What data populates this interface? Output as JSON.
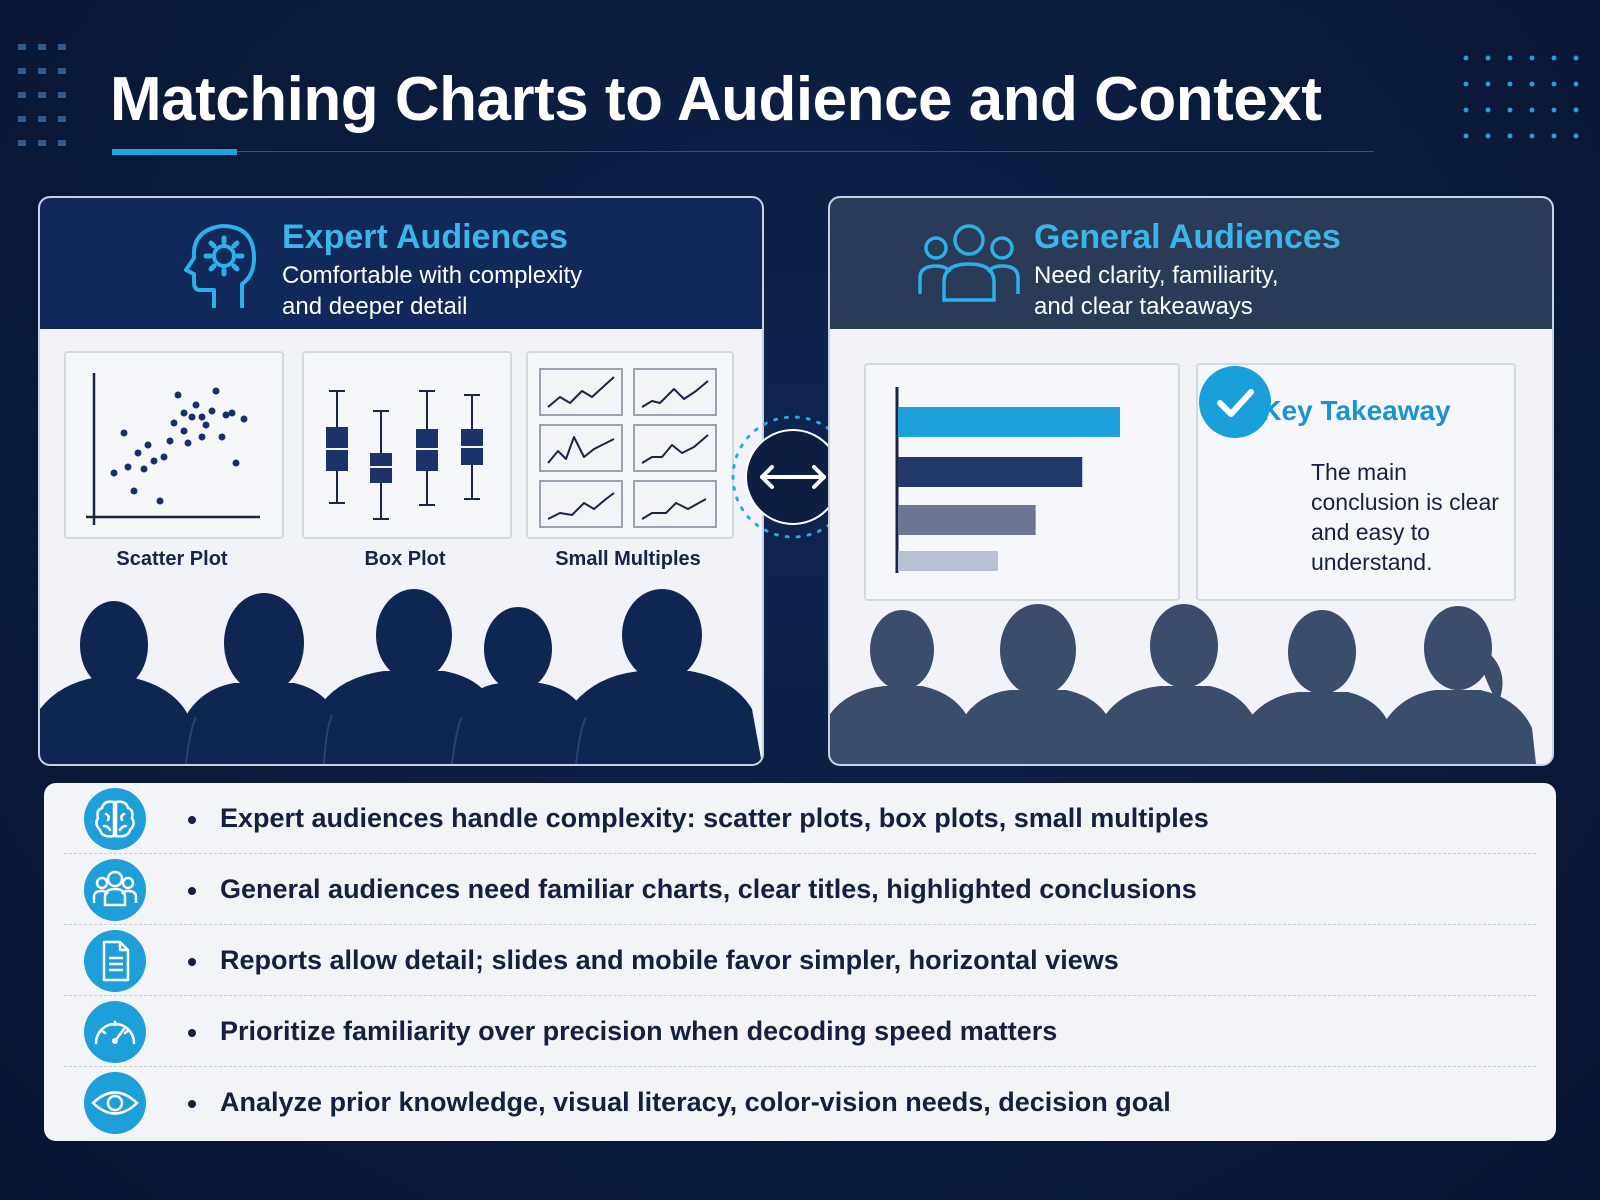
{
  "title": "Matching Charts to Audience and Context",
  "colors": {
    "background": "#0a1b3c",
    "accent": "#1ca6de",
    "expert_header": "#10285a",
    "general_header": "#2a3b57",
    "bar_1": "#1da0d9",
    "bar_2": "#24396b",
    "bar_3": "#6c7692",
    "bar_4": "#b8bfd0"
  },
  "expert": {
    "icon": "head-gear-icon",
    "title": "Expert Audiences",
    "subtitle_line1": "Comfortable with complexity",
    "subtitle_line2": "and deeper detail",
    "charts": [
      {
        "label": "Scatter Plot",
        "icon": "scatter-plot-icon"
      },
      {
        "label": "Box Plot",
        "icon": "box-plot-icon"
      },
      {
        "label": "Small Multiples",
        "icon": "small-multiples-icon"
      }
    ]
  },
  "swap_icon": "double-arrow-icon",
  "general": {
    "icon": "group-icon",
    "title": "General Audiences",
    "subtitle_line1": "Need clarity, familiarity,",
    "subtitle_line2": "and clear takeaways",
    "bar_chart": {
      "type": "bar",
      "orientation": "horizontal",
      "values": [
        100,
        83,
        62,
        45
      ]
    },
    "takeaway": {
      "title": "Key Takeaway",
      "icon": "check-circle-icon",
      "text": "The main conclusion is clear and easy to understand."
    }
  },
  "points": [
    {
      "icon": "brain-icon",
      "text": "Expert audiences handle complexity: scatter plots, box plots, small multiples"
    },
    {
      "icon": "group-icon",
      "text": "General audiences need familiar charts, clear titles, highlighted conclusions"
    },
    {
      "icon": "document-icon",
      "text": "Reports allow detail; slides and mobile favor simpler, horizontal views"
    },
    {
      "icon": "speedometer-icon",
      "text": "Prioritize familiarity over precision when decoding speed matters"
    },
    {
      "icon": "eye-icon",
      "text": "Analyze prior knowledge, visual literacy, color-vision needs, decision goal"
    }
  ]
}
